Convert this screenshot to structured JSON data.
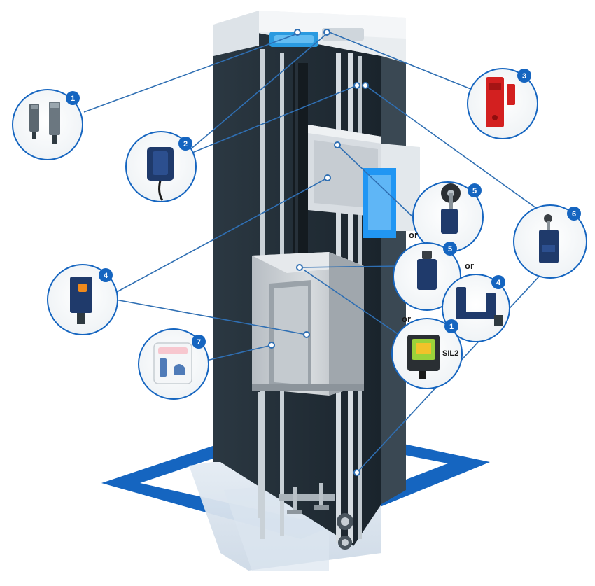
{
  "diagram": {
    "accent_color": "#1565c0",
    "line_color": "#2f6fb3",
    "shaft_color": "#1f2a33",
    "callouts": [
      {
        "id": "1",
        "label": "1",
        "product": "inductive-proximity-sensors"
      },
      {
        "id": "2",
        "label": "2",
        "product": "magnetic-sensor"
      },
      {
        "id": "3",
        "label": "3",
        "product": "safety-interlock-switch"
      },
      {
        "id": "4a",
        "label": "4",
        "product": "photoelectric-sensor"
      },
      {
        "id": "5a",
        "label": "5",
        "product": "rotary-lever-limit-switch"
      },
      {
        "id": "5b",
        "label": "5",
        "product": "plunger-limit-switch"
      },
      {
        "id": "4b",
        "label": "4",
        "product": "fork-photoelectric-sensor"
      },
      {
        "id": "1b",
        "label": "1",
        "product": "safety-inductive-sensor"
      },
      {
        "id": "6",
        "label": "6",
        "product": "roller-limit-switch"
      },
      {
        "id": "7",
        "label": "7",
        "product": "pushbutton-panel"
      }
    ],
    "or_labels": [
      "or",
      "or",
      "or"
    ],
    "sil_label": "SIL2"
  }
}
